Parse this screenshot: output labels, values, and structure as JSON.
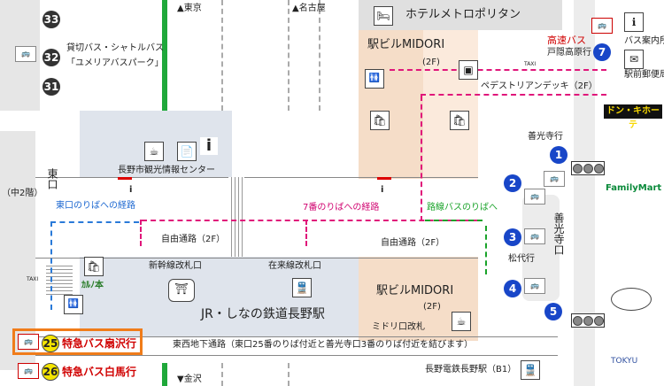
{
  "top": {
    "tokyo": "▲東京",
    "nagoya": "▲名古屋",
    "hotel": "ホテルメトロポリタン"
  },
  "left": {
    "stop33": "33",
    "stop32": "32",
    "stop31": "31",
    "charter": "貸切バス・シャトルバス",
    "yumeria": "「ユメリアバスパーク」",
    "east_exit": "東口",
    "floor2": "（中2階）",
    "taxi": "TAXI"
  },
  "midori_top": {
    "name": "駅ビルMIDORI",
    "floor": "(2F)"
  },
  "right": {
    "highway_bus": "高速バス",
    "togakushi": "戸隠高原行",
    "stop7": "7",
    "info": "バス案内所",
    "post": "駅前郵便局",
    "taxi": "TAXI",
    "deck": "ペデストリアンデッキ（2F）",
    "donki": "ドン・キホーテ",
    "zenkoji_iki": "善光寺行",
    "stop1": "1",
    "stop2": "2",
    "stop3": "3",
    "stop4": "4",
    "stop5": "5",
    "matsushiro": "松代行",
    "zenkoji_exit": "善光寺口",
    "familymart": "FamilyMart",
    "tokyu": "TOKYU"
  },
  "center": {
    "tourist_center": "長野市観光情報センター",
    "east_route": "東口のりばへの経路",
    "route7": "7番のりばへの経路",
    "local_bus": "路線バスのりばへ",
    "free_passage_left": "自由通路（2F）",
    "free_passage_right": "自由通路（2F）",
    "shinkansen_gate": "新幹線改札口",
    "local_gate": "在来線改札口",
    "station": "JR・しなの鉄道長野駅",
    "midori_bottom": "駅ビルMIDORI",
    "midori_bottom_floor": "(2F)",
    "midori_gate": "ミドリ口改札",
    "underground": "東西地下通路（東口25番のりば付近と善光寺口3番のりば付近を結びます）",
    "nagaden": "長野電鉄長野駅（B1）",
    "kanazawa": "▼金沢",
    "shop": "ｶﾙﾉ本"
  },
  "bottom_left": {
    "stop25": "25",
    "bus25": "特急バス扇沢行",
    "stop26": "26",
    "bus26": "特急バス白馬行"
  }
}
